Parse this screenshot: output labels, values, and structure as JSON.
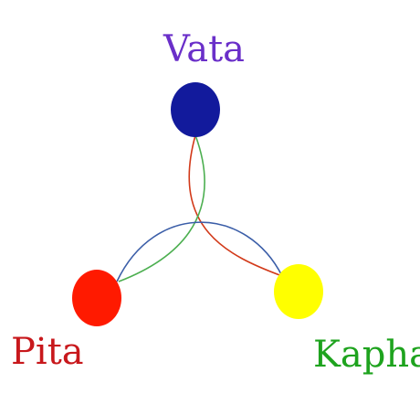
{
  "doshas": {
    "vata": {
      "label": "Vata",
      "label_color": "#6a2fc9",
      "node_color": "#121a9c"
    },
    "pita": {
      "label": "Pita",
      "label_color": "#c8181c",
      "node_color": "#ff1a00"
    },
    "kapha": {
      "label": "Kapha",
      "label_color": "#1ea31e",
      "node_color": "#ffff00"
    }
  },
  "connectors": {
    "vata_to_kapha": {
      "color": "#d23a1a"
    },
    "vata_to_pita": {
      "color": "#4caf50"
    },
    "pita_to_kapha": {
      "color": "#3b5ea8"
    }
  }
}
